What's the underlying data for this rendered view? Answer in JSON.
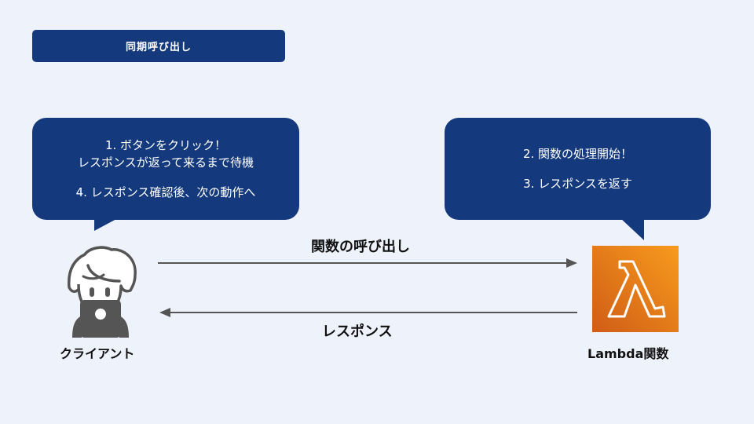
{
  "title_badge": "同期呼び出し",
  "client_bubble": {
    "line1": "1.  ボタンをクリック！",
    "line2": "レスポンスが返って来るまで待機",
    "line3": "4. レスポンス確認後、次の動作へ"
  },
  "lambda_bubble": {
    "line1": "2. 関数の処理開始！",
    "line2": "3. レスポンスを返す"
  },
  "arrows": {
    "call_label": "関数の呼び出し",
    "response_label": "レスポンス"
  },
  "actors": {
    "client_label": "クライアント",
    "lambda_label": "Lambda関数"
  },
  "colors": {
    "navy": "#143a7d",
    "background": "#eef2fb",
    "lambda_orange_light": "#f79b1c",
    "lambda_orange_dark": "#d05c17"
  }
}
